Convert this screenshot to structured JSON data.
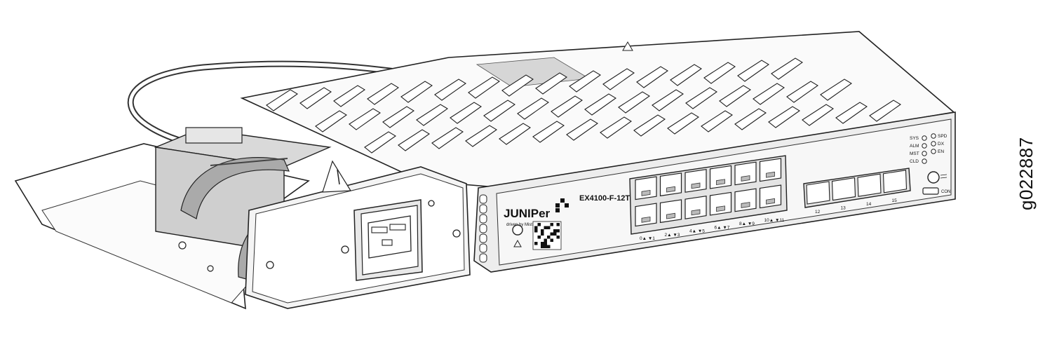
{
  "figure_id": "g022887",
  "switch": {
    "brand": "JUNIPer",
    "brand_sub": "driven by Mist AI",
    "model": "EX4100-F-12T",
    "port_labels_top": [
      "0▲ ▼1",
      "2▲ ▼3",
      "4▲ ▼5",
      "6▲ ▼7",
      "8▲ ▼9",
      "10▲ ▼11"
    ],
    "sfp_labels": [
      "12",
      "13",
      "14",
      "15"
    ],
    "leds_left": [
      "SYS",
      "ALM",
      "MST",
      "CLD"
    ],
    "leds_right": [
      "SPD",
      "DX",
      "EN"
    ],
    "console_label": "CON"
  },
  "icons": [
    "warning-triangle-icon",
    "power-inlet-icon",
    "qr-code-icon",
    "juniper-logo-icon"
  ]
}
